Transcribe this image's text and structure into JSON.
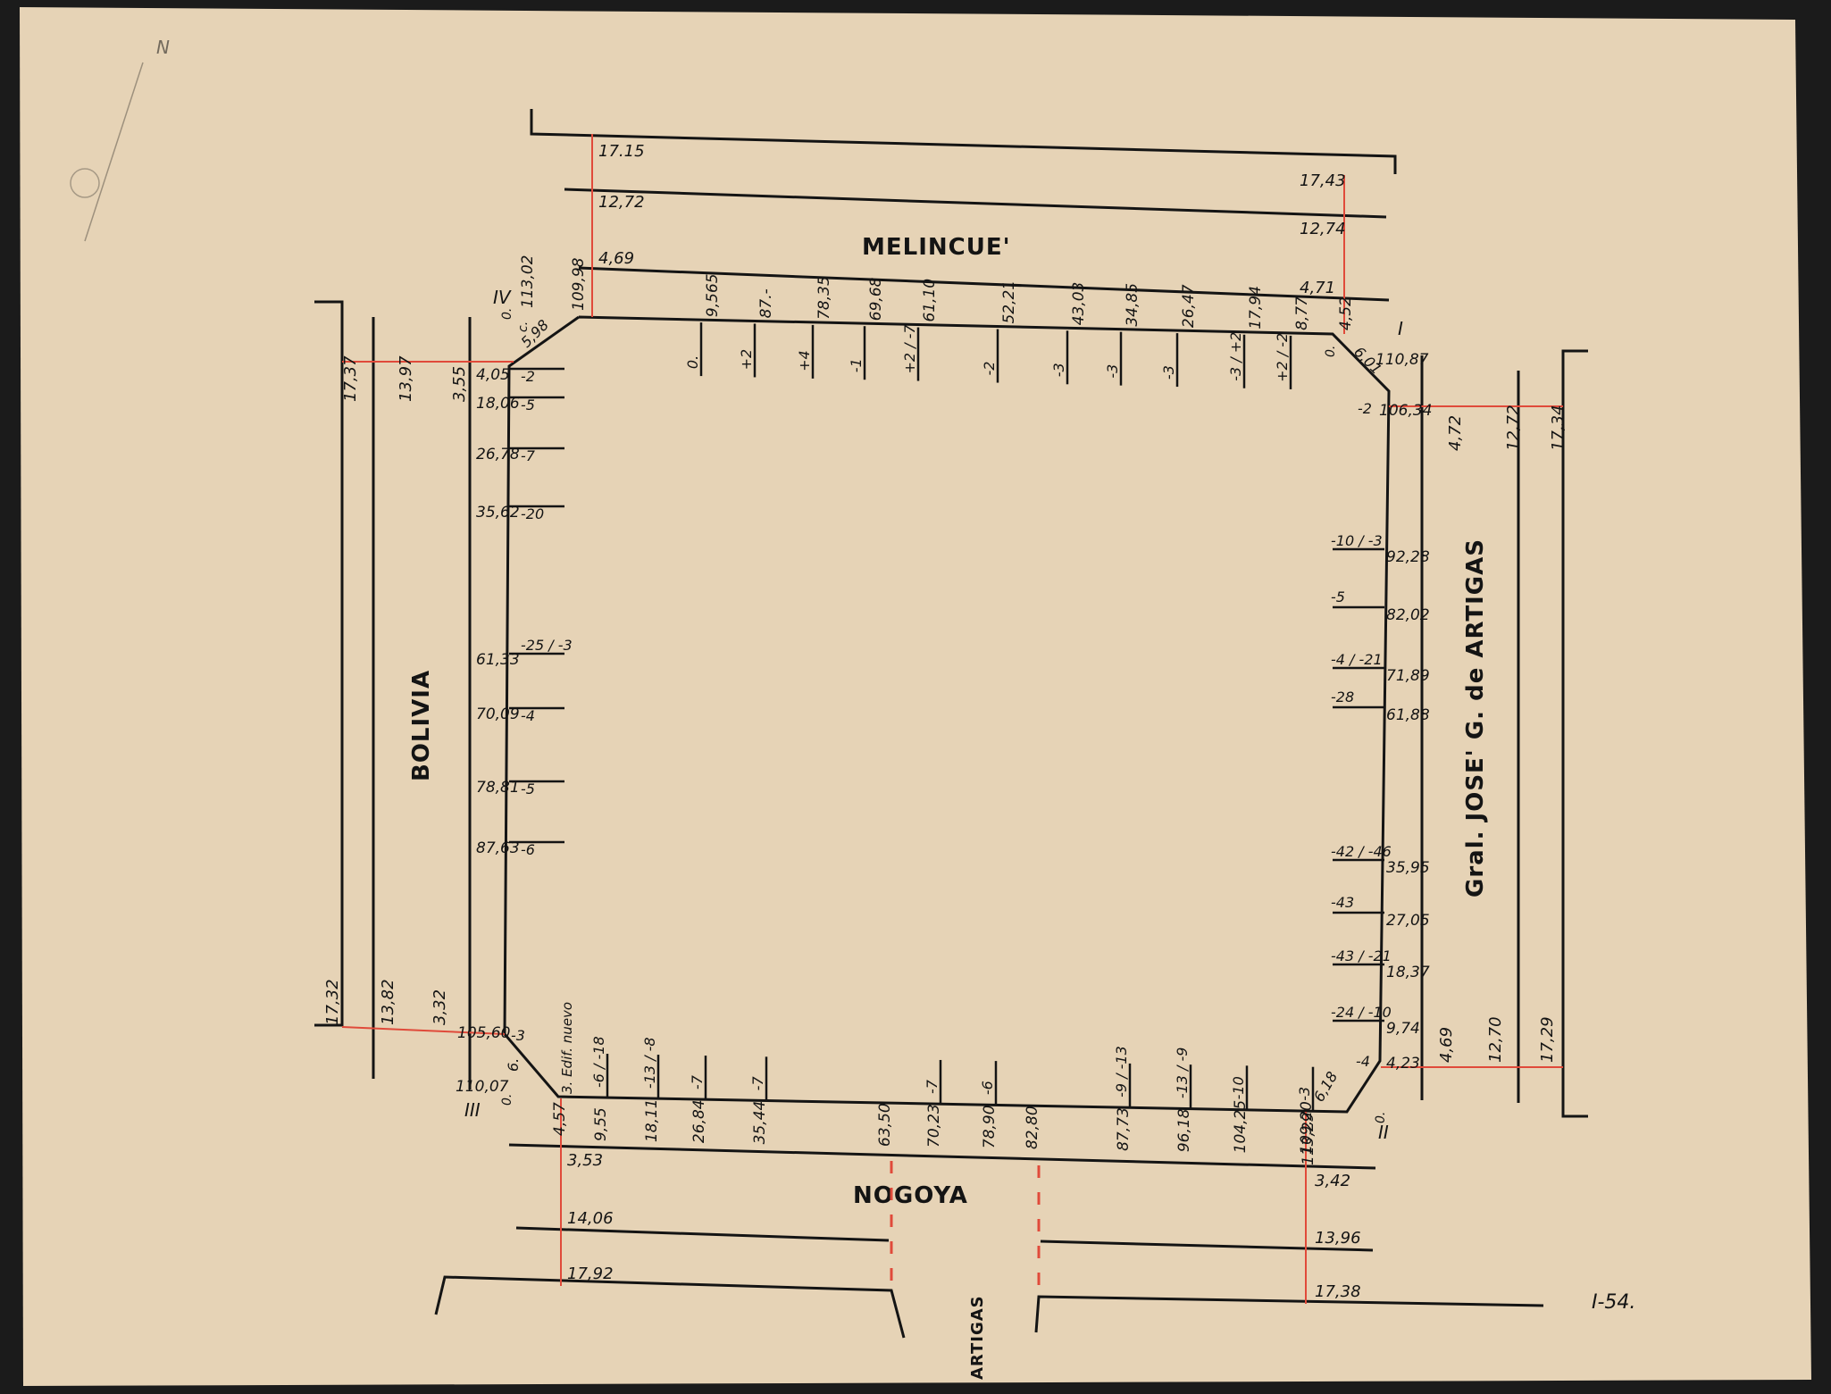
{
  "streets": {
    "north": "MELINCUE'",
    "south": "NOGOYA",
    "west": "BOLIVIA",
    "east": "Gral. JOSE' G. de ARTIGAS",
    "artigas_gap": "ARTIGAS"
  },
  "sheet_code": "I-54.",
  "compass": "N",
  "corners": {
    "I": "I",
    "II": "II",
    "III": "III",
    "IV": "IV"
  },
  "widths": {
    "north_west": [
      "17.15",
      "12,72",
      "4,69"
    ],
    "north_east": [
      "17,43",
      "12,74",
      "4,71"
    ],
    "west_north": [
      "17,37",
      "13,97",
      "3,55"
    ],
    "west_south": [
      "17,32",
      "13,82",
      "3,32"
    ],
    "east_north": [
      "4,72",
      "12,72",
      "17,34"
    ],
    "east_south": [
      "4,69",
      "12,70",
      "17,29"
    ],
    "south_west": [
      "3,53",
      "14,06",
      "17,92"
    ],
    "south_east": [
      "3,42",
      "13,96",
      "17,38"
    ]
  },
  "north_side": [
    {
      "dist": "9,565",
      "lvl": "0."
    },
    {
      "dist": "87.-",
      "lvl": "+2"
    },
    {
      "dist": "78,35",
      "lvl": "+4"
    },
    {
      "dist": "69,68",
      "lvl": "-1"
    },
    {
      "dist": "61,10",
      "lvl": "+2 / -7"
    },
    {
      "dist": "52,21",
      "lvl": "-2"
    },
    {
      "dist": "43,03",
      "lvl": "-3"
    },
    {
      "dist": "34,85",
      "lvl": "-3"
    },
    {
      "dist": "26,47",
      "lvl": "-3"
    },
    {
      "dist": "17,94",
      "lvl": "-3 / +2"
    },
    {
      "dist": "8,77",
      "lvl": "+2 / -2"
    }
  ],
  "west_side": [
    {
      "dist": "4,05",
      "lvl": "-2"
    },
    {
      "dist": "18,06",
      "lvl": "-5"
    },
    {
      "dist": "26,78",
      "lvl": "-7"
    },
    {
      "dist": "35,62",
      "lvl": "-20"
    },
    {
      "dist": "61,33",
      "lvl": "-25 / -3"
    },
    {
      "dist": "70,09",
      "lvl": "-4"
    },
    {
      "dist": "78,81",
      "lvl": "-5"
    },
    {
      "dist": "87,63",
      "lvl": "-6"
    }
  ],
  "east_side": [
    {
      "dist": "92,28",
      "lvl": "-10 / -3"
    },
    {
      "dist": "82,02",
      "lvl": "-5"
    },
    {
      "dist": "71,89",
      "lvl": "-4 / -21"
    },
    {
      "dist": "61,88",
      "lvl": "-28"
    },
    {
      "dist": "35,95",
      "lvl": "-42 / -46"
    },
    {
      "dist": "27,05",
      "lvl": "-43"
    },
    {
      "dist": "18,37",
      "lvl": "-43 / -21"
    },
    {
      "dist": "9,74",
      "lvl": "-24 / -10"
    }
  ],
  "south_side": [
    {
      "dist": "9,55",
      "lvl": "-6 / -18"
    },
    {
      "dist": "18,11",
      "lvl": "-13 / -8"
    },
    {
      "dist": "26,84",
      "lvl": "-7"
    },
    {
      "dist": "35,44",
      "lvl": "-7"
    },
    {
      "dist": "63,50",
      "lvl": ""
    },
    {
      "dist": "70,23",
      "lvl": "-7"
    },
    {
      "dist": "78,90",
      "lvl": "-6"
    },
    {
      "dist": "82,80",
      "lvl": ""
    },
    {
      "dist": "87,73",
      "lvl": "-9 / -13"
    },
    {
      "dist": "96,18",
      "lvl": "-13 / -9"
    },
    {
      "dist": "104,25",
      "lvl": "-10"
    },
    {
      "dist": "109,20",
      "lvl": "-3"
    }
  ],
  "corner_labels": {
    "iv_total": "113,02",
    "iv_b": "109,98",
    "iv_chamfer": "5,98",
    "iv_zero": "0.",
    "iv_c": "c.",
    "i_total": "110,87",
    "i_b": "106,34",
    "i_dist": "4,52",
    "i_chamfer": "6,01",
    "i_zero": "0.",
    "i_lvl": "-2",
    "iii_total": "110,07",
    "iii_b": "105,60",
    "iii_dist": "4,57",
    "iii_chamfer": "6.",
    "iii_zero": "0.",
    "iii_lvl": "-3",
    "iii_note": "3. Edif. nuevo",
    "ii_total": "113,29",
    "ii_b": "4,23",
    "ii_chamfer": "6,18",
    "ii_zero": "0.",
    "ii_lvl": "-4"
  }
}
